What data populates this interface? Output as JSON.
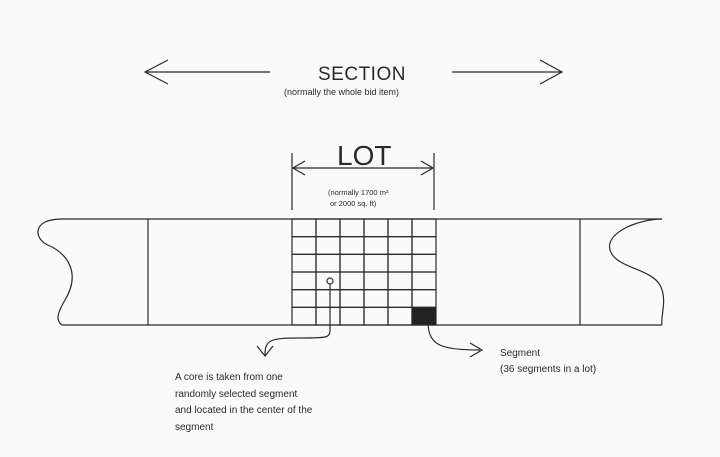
{
  "section": {
    "title": "SECTION",
    "subtitle": "(normally the whole bid item)"
  },
  "lot": {
    "title": "LOT",
    "subtitle_line1": "(normally 1700 m²",
    "subtitle_line2": "or 2000 sq. ft)"
  },
  "grid": {
    "rows": 6,
    "columns": 6,
    "selected_segment": "bottom-right"
  },
  "core_note": "A core is taken from one randomly selected segment and located in the center of the segment",
  "segment_note": {
    "line1": "Segment",
    "line2": "(36 segments in a lot)"
  },
  "colors": {
    "ink": "#2a2a2a",
    "background": "#fafafa"
  }
}
